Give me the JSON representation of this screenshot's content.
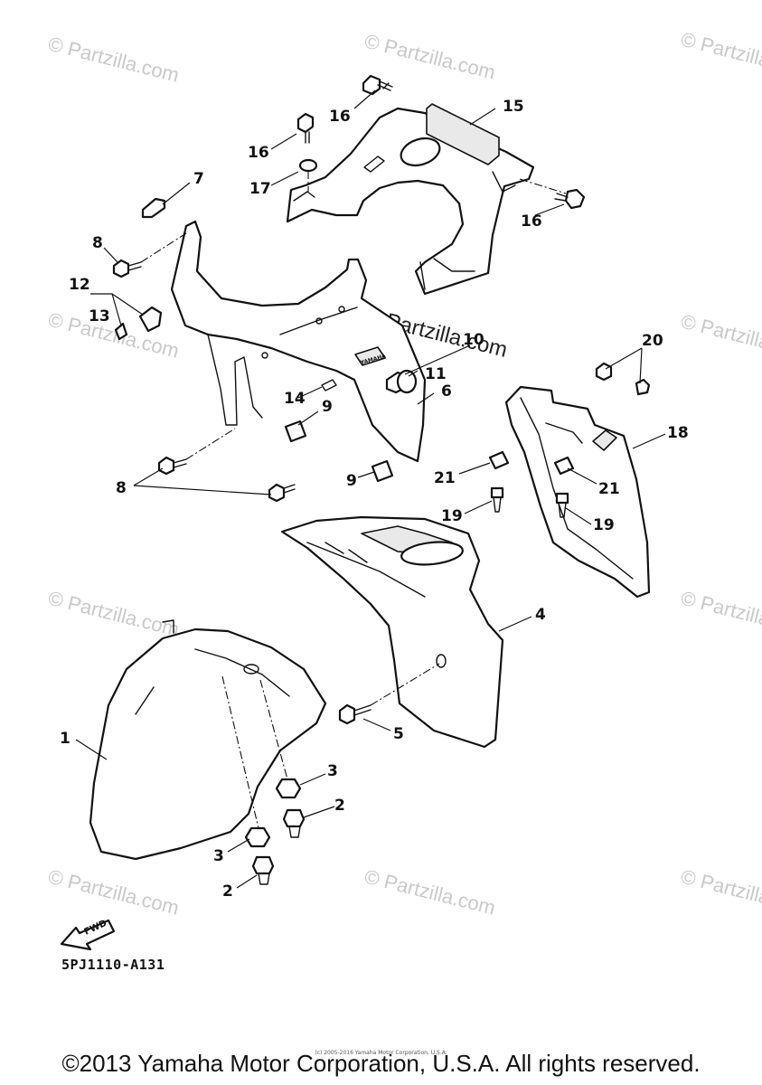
{
  "watermarks": {
    "text": "© Partzilla.com",
    "center_text": "© Partzilla.com"
  },
  "callouts": {
    "c1": "1",
    "c2a": "2",
    "c2b": "2",
    "c3a": "3",
    "c3b": "3",
    "c4": "4",
    "c5": "5",
    "c6": "6",
    "c7": "7",
    "c8a": "8",
    "c8b": "8",
    "c9a": "9",
    "c9b": "9",
    "c10": "10",
    "c11": "11",
    "c12": "12",
    "c13": "13",
    "c14": "14",
    "c15": "15",
    "c16a": "16",
    "c16b": "16",
    "c16c": "16",
    "c17": "17",
    "c18": "18",
    "c19a": "19",
    "c19b": "19",
    "c20": "20",
    "c21a": "21",
    "c21b": "21"
  },
  "fwd_label": "FWD",
  "logo_text": "YAMAHA",
  "diagram_code": "5PJ1110-A131",
  "tiny_credit": "(c) 2005-2016 Yamaha Motor Corporation, U.S.A.",
  "copyright": "©2013 Yamaha Motor Corporation, U.S.A. All rights reserved."
}
